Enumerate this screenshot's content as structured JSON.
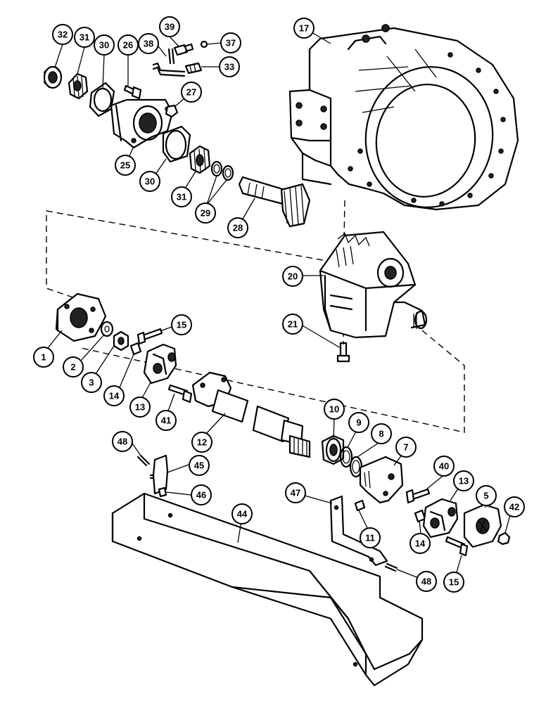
{
  "diagram": {
    "callouts": [
      {
        "id": "c32",
        "label": "32"
      },
      {
        "id": "c31a",
        "label": "31"
      },
      {
        "id": "c30a",
        "label": "30"
      },
      {
        "id": "c26",
        "label": "26"
      },
      {
        "id": "c38",
        "label": "38"
      },
      {
        "id": "c39",
        "label": "39"
      },
      {
        "id": "c37",
        "label": "37"
      },
      {
        "id": "c33",
        "label": "33"
      },
      {
        "id": "c27",
        "label": "27"
      },
      {
        "id": "c25",
        "label": "25"
      },
      {
        "id": "c30b",
        "label": "30"
      },
      {
        "id": "c31b",
        "label": "31"
      },
      {
        "id": "c29",
        "label": "29"
      },
      {
        "id": "c28",
        "label": "28"
      },
      {
        "id": "c17",
        "label": "17"
      },
      {
        "id": "c20",
        "label": "20"
      },
      {
        "id": "c21",
        "label": "21"
      },
      {
        "id": "c1",
        "label": "1"
      },
      {
        "id": "c2",
        "label": "2"
      },
      {
        "id": "c3",
        "label": "3"
      },
      {
        "id": "c14a",
        "label": "14"
      },
      {
        "id": "c15a",
        "label": "15"
      },
      {
        "id": "c13a",
        "label": "13"
      },
      {
        "id": "c41",
        "label": "41"
      },
      {
        "id": "c12",
        "label": "12"
      },
      {
        "id": "c10",
        "label": "10"
      },
      {
        "id": "c9",
        "label": "9"
      },
      {
        "id": "c8",
        "label": "8"
      },
      {
        "id": "c7",
        "label": "7"
      },
      {
        "id": "c40",
        "label": "40"
      },
      {
        "id": "c13b",
        "label": "13"
      },
      {
        "id": "c5",
        "label": "5"
      },
      {
        "id": "c42",
        "label": "42"
      },
      {
        "id": "c14b",
        "label": "14"
      },
      {
        "id": "c15b",
        "label": "15"
      },
      {
        "id": "c11",
        "label": "11"
      },
      {
        "id": "c48a",
        "label": "48"
      },
      {
        "id": "c45",
        "label": "45"
      },
      {
        "id": "c46",
        "label": "46"
      },
      {
        "id": "c47",
        "label": "47"
      },
      {
        "id": "c44",
        "label": "44"
      },
      {
        "id": "c48b",
        "label": "48"
      }
    ]
  }
}
